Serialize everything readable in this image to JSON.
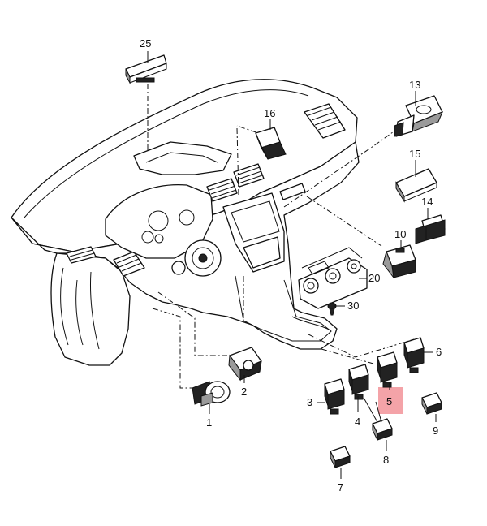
{
  "parts": [
    {
      "id": "p1",
      "label": "1"
    },
    {
      "id": "p2",
      "label": "2"
    },
    {
      "id": "p3",
      "label": "3"
    },
    {
      "id": "p4",
      "label": "4"
    },
    {
      "id": "p5",
      "label": "5",
      "highlighted": true
    },
    {
      "id": "p6",
      "label": "6"
    },
    {
      "id": "p7",
      "label": "7"
    },
    {
      "id": "p8",
      "label": "8"
    },
    {
      "id": "p9",
      "label": "9"
    },
    {
      "id": "p10",
      "label": "10"
    },
    {
      "id": "p13",
      "label": "13"
    },
    {
      "id": "p14",
      "label": "14"
    },
    {
      "id": "p15",
      "label": "15"
    },
    {
      "id": "p16",
      "label": "16"
    },
    {
      "id": "p20",
      "label": "20"
    },
    {
      "id": "p25",
      "label": "25"
    },
    {
      "id": "p30",
      "label": "30"
    }
  ],
  "colors": {
    "highlight": "#f4a3a8",
    "line": "#111111",
    "background": "#ffffff"
  }
}
